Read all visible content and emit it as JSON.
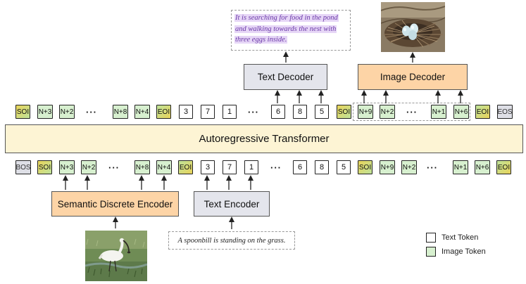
{
  "modules": {
    "transformer": "Autoregressive Transformer",
    "semantic_encoder": "Semantic Discrete Encoder",
    "text_encoder": "Text Encoder",
    "text_decoder": "Text Decoder",
    "image_decoder": "Image Decoder"
  },
  "captions": {
    "input": "A spoonbill is standing on the grass.",
    "output": "It is searching for food in the pond and walking towards the nest with three eggs inside."
  },
  "images": {
    "input_photo": "photo of a white spoonbill wading in grass and water",
    "output_photo": "photo of a twig nest holding three pale blue eggs"
  },
  "legend": {
    "text_token": "Text Token",
    "image_token": "Image Token"
  },
  "colors": {
    "encoder_decoder_fill": "#fdd4a6",
    "text_module_fill": "#e4e5ec",
    "transformer_fill": "#fdf4d4",
    "image_token_fill": "#d7f0cf",
    "caption_highlight": "#e6d6f6",
    "caption_text": "#6b3aa8"
  },
  "input_tokens": [
    {
      "label": "BOS",
      "kind": "special"
    },
    {
      "label": "SOI",
      "kind": "soi"
    },
    {
      "label": "N+3",
      "kind": "image"
    },
    {
      "label": "N+2",
      "kind": "image"
    },
    {
      "label": "···",
      "kind": "dots"
    },
    {
      "label": "N+8",
      "kind": "image"
    },
    {
      "label": "N+4",
      "kind": "image"
    },
    {
      "label": "EOI",
      "kind": "eoi"
    },
    {
      "label": "3",
      "kind": "text"
    },
    {
      "label": "7",
      "kind": "text"
    },
    {
      "label": "1",
      "kind": "text"
    },
    {
      "label": "···",
      "kind": "dots"
    },
    {
      "label": "6",
      "kind": "text"
    },
    {
      "label": "8",
      "kind": "text"
    },
    {
      "label": "5",
      "kind": "text"
    },
    {
      "label": "SOI",
      "kind": "soi"
    },
    {
      "label": "N+9",
      "kind": "image"
    },
    {
      "label": "N+2",
      "kind": "image"
    },
    {
      "label": "···",
      "kind": "dots"
    },
    {
      "label": "N+1",
      "kind": "image"
    },
    {
      "label": "N+6",
      "kind": "image"
    },
    {
      "label": "EOI",
      "kind": "eoi"
    }
  ],
  "output_tokens": [
    {
      "label": "SOI",
      "kind": "soi"
    },
    {
      "label": "N+3",
      "kind": "image"
    },
    {
      "label": "N+2",
      "kind": "image"
    },
    {
      "label": "···",
      "kind": "dots"
    },
    {
      "label": "N+8",
      "kind": "image"
    },
    {
      "label": "N+4",
      "kind": "image"
    },
    {
      "label": "EOI",
      "kind": "eoi"
    },
    {
      "label": "3",
      "kind": "text"
    },
    {
      "label": "7",
      "kind": "text"
    },
    {
      "label": "1",
      "kind": "text"
    },
    {
      "label": "···",
      "kind": "dots"
    },
    {
      "label": "6",
      "kind": "text"
    },
    {
      "label": "8",
      "kind": "text"
    },
    {
      "label": "5",
      "kind": "text"
    },
    {
      "label": "SOI",
      "kind": "soi"
    },
    {
      "label": "N+9",
      "kind": "image"
    },
    {
      "label": "N+2",
      "kind": "image"
    },
    {
      "label": "···",
      "kind": "dots"
    },
    {
      "label": "N+1",
      "kind": "image"
    },
    {
      "label": "N+6",
      "kind": "image"
    },
    {
      "label": "EOI",
      "kind": "eoi"
    },
    {
      "label": "EOS",
      "kind": "special"
    }
  ]
}
